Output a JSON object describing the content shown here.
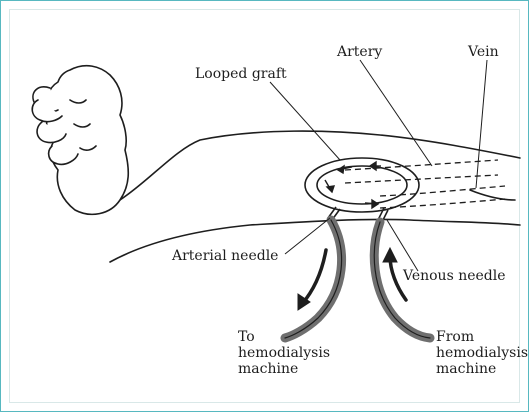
{
  "labels": {
    "looped_graft": "Looped graft",
    "artery": "Artery",
    "vein": "Vein",
    "arterial_needle": "Arterial needle",
    "venous_needle": "Venous needle",
    "to_machine": "To\nhemodialysis\nmachine",
    "from_machine": "From\nhemodialysis\nmachine"
  },
  "colors": {
    "frame_border": "#57b8c0",
    "line_art": "#1e1e1e",
    "skin": "#ffffff",
    "tube_shading": "#6f6f6f"
  }
}
